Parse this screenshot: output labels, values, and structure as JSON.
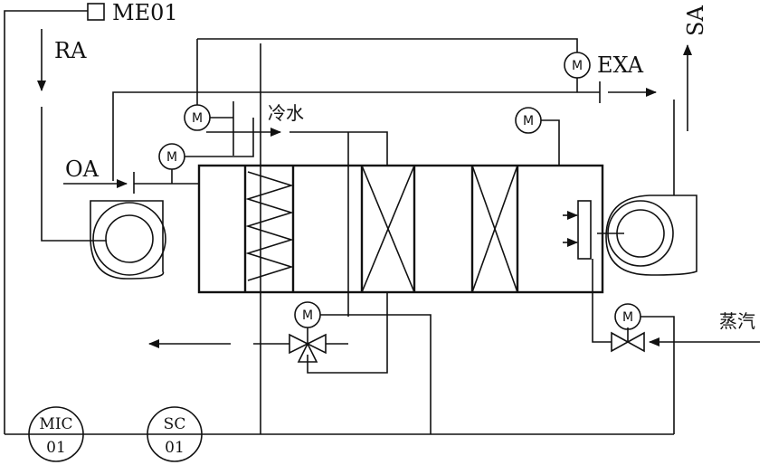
{
  "labels": {
    "me01": "ME01",
    "ra": "RA",
    "oa": "OA",
    "exa": "EXA",
    "sa": "SA",
    "chilled_water": "冷水",
    "steam": "蒸汽"
  },
  "controllers": {
    "mic": {
      "top": "MIC",
      "bottom": "01"
    },
    "sc": {
      "top": "SC",
      "bottom": "01"
    }
  },
  "actuator_letter": "M"
}
